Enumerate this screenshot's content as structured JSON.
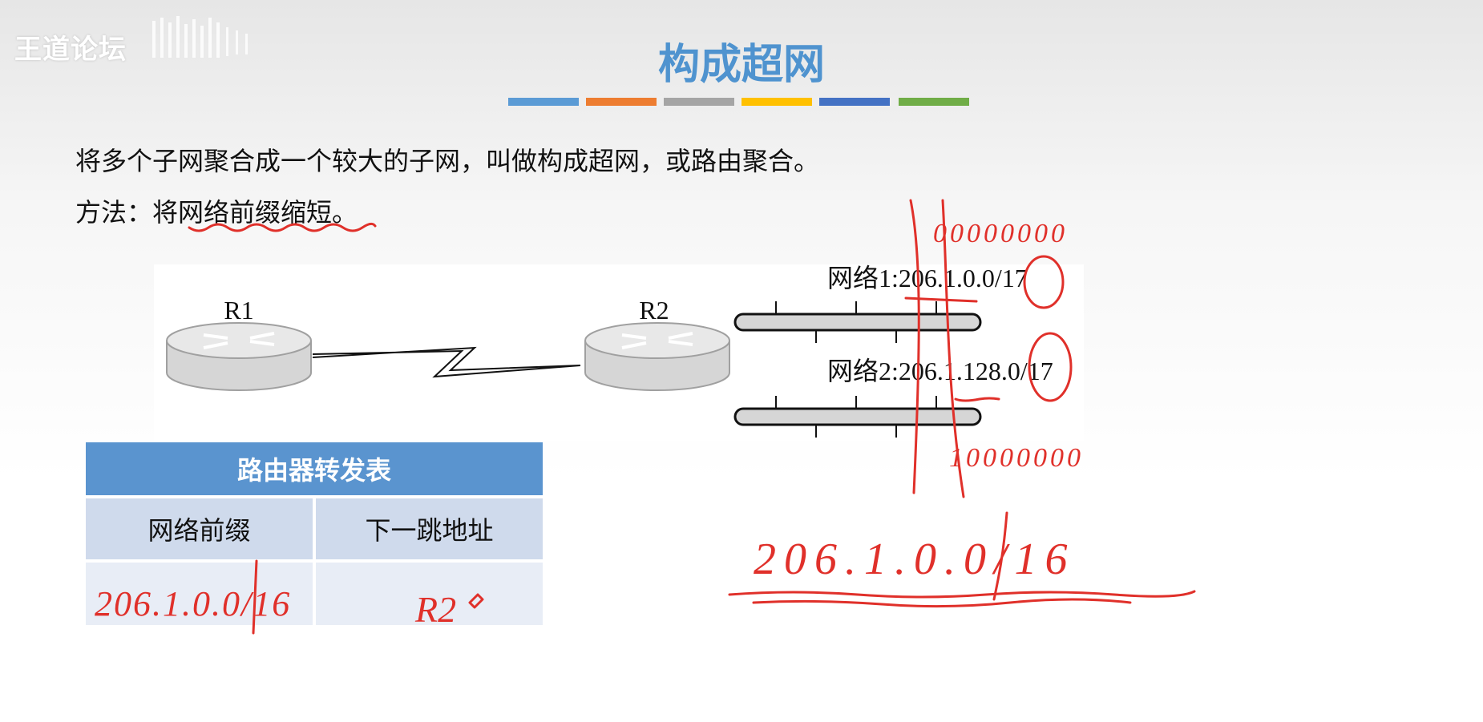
{
  "watermark": {
    "text": "王道论坛"
  },
  "slide": {
    "title": "构成超网",
    "strip_colors": [
      "#5b9bd5",
      "#ed7d31",
      "#a5a5a5",
      "#ffc000",
      "#4472c4",
      "#70ad47"
    ],
    "body_line1": "将多个子网聚合成一个较大的子网，叫做构成超网，或路由聚合。",
    "body_line2": "方法：将网络前缀缩短。"
  },
  "diagram": {
    "router1_label": "R1",
    "router2_label": "R2",
    "network1_label": "网络1:206.1.0.0/17",
    "network2_label": "网络2:206.1.128.0/17"
  },
  "routing_table": {
    "title": "路由器转发表",
    "col_prefix": "网络前缀",
    "col_next_hop": "下一跳地址",
    "handwritten_prefix": "206.1.0.0/16",
    "handwritten_next_hop": "R2"
  },
  "annotations": {
    "binary_top": "00000000",
    "binary_bottom": "10000000",
    "aggregate_result": "206.1.0.0/16",
    "ink_color": "#e0302a"
  }
}
